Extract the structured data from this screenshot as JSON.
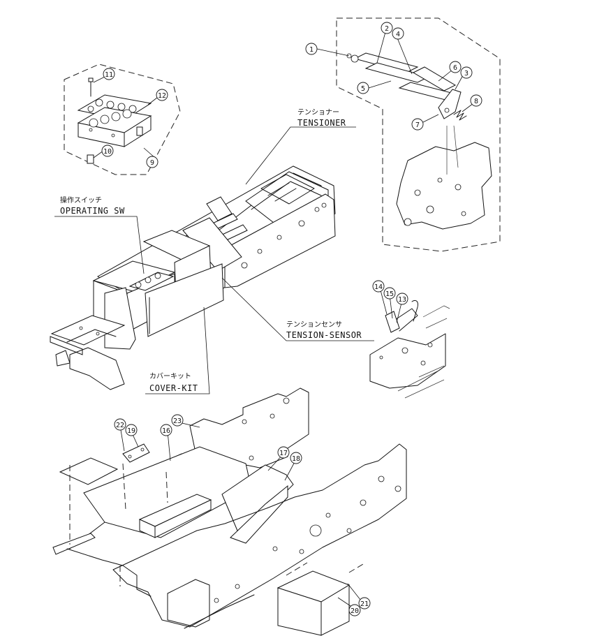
{
  "labels": {
    "tensioner": {
      "jp": "テンショナー",
      "en": "TENSIONER"
    },
    "operating_sw": {
      "jp": "操作スイッチ",
      "en": "OPERATING SW"
    },
    "tension_sensor": {
      "jp": "テンションセンサ",
      "en": "TENSION-SENSOR"
    },
    "cover_kit": {
      "jp": "カバーキット",
      "en": "COVER-KIT"
    }
  },
  "callouts": [
    "1",
    "2",
    "4",
    "6",
    "3",
    "5",
    "8",
    "7",
    "11",
    "12",
    "10",
    "9",
    "14",
    "15",
    "13",
    "22",
    "19",
    "16",
    "23",
    "17",
    "18",
    "20",
    "21"
  ]
}
